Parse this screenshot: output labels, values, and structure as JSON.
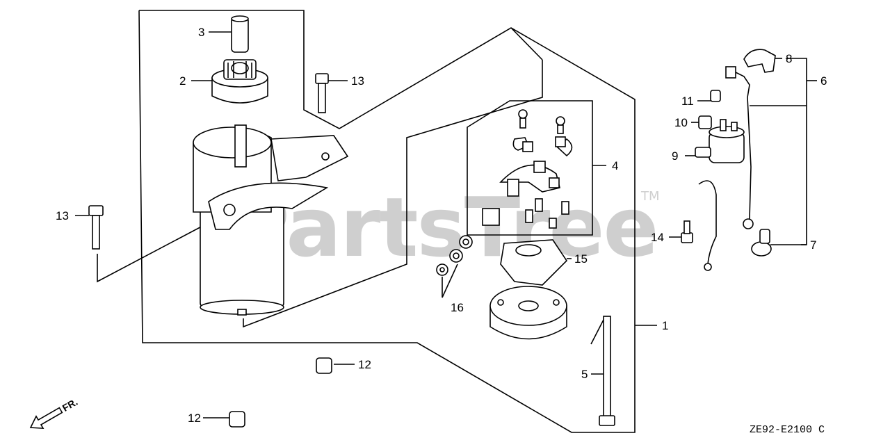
{
  "watermark": {
    "text": "PartsTree",
    "trademark": "TM"
  },
  "diagram_code": "ZE92-E2100 C",
  "front_indicator": "FR.",
  "callouts": {
    "c1": "1",
    "c2": "2",
    "c3": "3",
    "c4": "4",
    "c5": "5",
    "c6": "6",
    "c7": "7",
    "c8": "8",
    "c9": "9",
    "c10": "10",
    "c11": "11",
    "c12a": "12",
    "c12b": "12",
    "c13a": "13",
    "c13b": "13",
    "c14": "14",
    "c15": "15",
    "c16": "16"
  }
}
